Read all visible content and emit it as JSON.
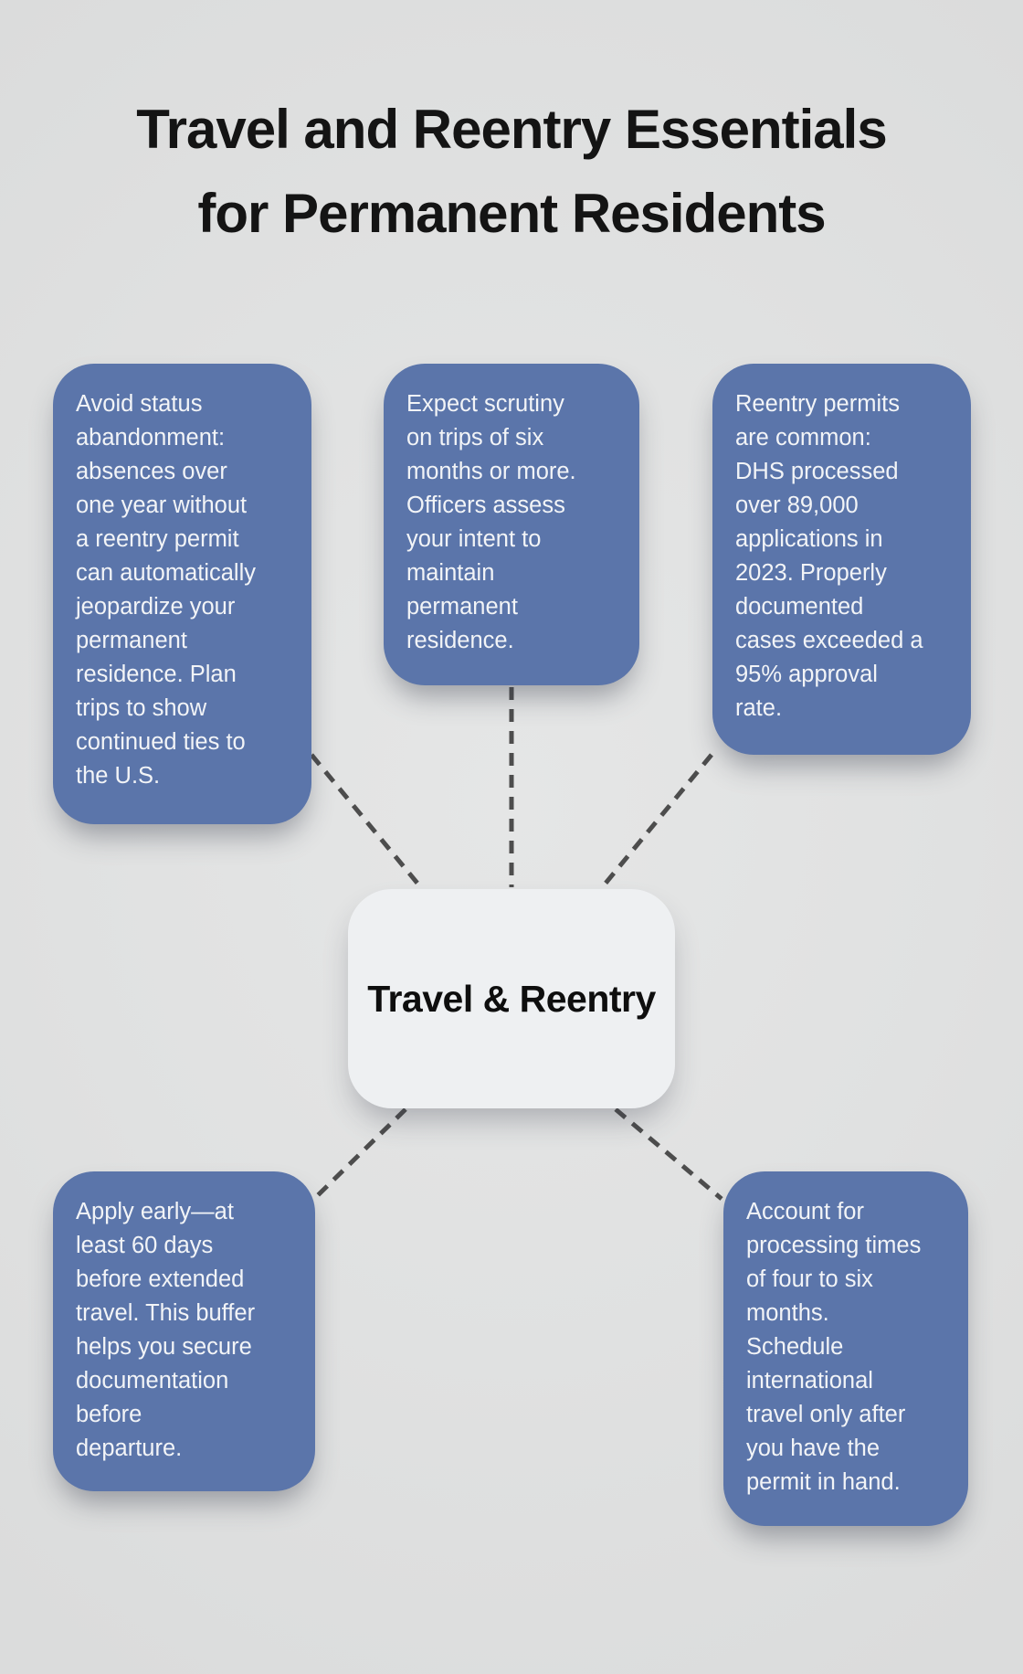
{
  "page": {
    "title": "Travel and Reentry Essentials\nfor Permanent Residents"
  },
  "center_node": {
    "label": "Travel & Reentry"
  },
  "nodes": [
    {
      "id": "avoid-abandonment",
      "position": "top-left",
      "text": "Avoid status\nabandonment:\nabsences over\none year without\na reentry permit\ncan automatically\njeopardize your\npermanent\nresidence. Plan\ntrips to show\ncontinued ties to\nthe U.S."
    },
    {
      "id": "trip-scrutiny",
      "position": "top-center",
      "text": "Expect scrutiny\non trips of six\nmonths or more.\nOfficers assess\nyour intent to\nmaintain\npermanent\nresidence."
    },
    {
      "id": "permits-common",
      "position": "top-right",
      "text": "Reentry permits\nare common:\nDHS processed\nover 89,000\napplications in\n2023. Properly\ndocumented\ncases exceeded a\n95% approval\nrate."
    },
    {
      "id": "apply-early",
      "position": "bottom-left",
      "text": "Apply early—at\nleast 60 days\nbefore extended\ntravel. This buffer\nhelps you secure\ndocumentation\nbefore\ndeparture."
    },
    {
      "id": "processing-times",
      "position": "bottom-right",
      "text": "Account for\nprocessing times\nof four to six\nmonths.\nSchedule\ninternational\ntravel only after\nyou have the\npermit in hand."
    }
  ],
  "colors": {
    "background": "#e0e1e1",
    "node_fill": "#5b75aa",
    "node_text": "#f2f4f7",
    "center_fill": "#eef0f2",
    "center_text": "#0e0e0e",
    "connector": "#4d4d4d",
    "title_text": "#141414"
  }
}
